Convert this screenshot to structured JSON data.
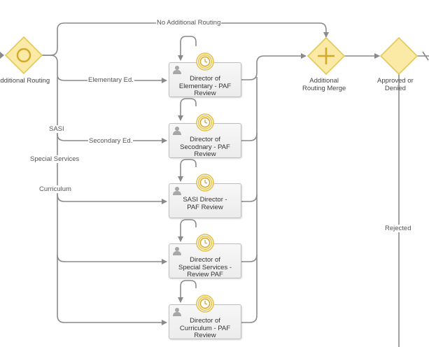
{
  "flow_labels": {
    "no_additional_routing": "No Additional Routing",
    "elementary": "Elementary Ed.",
    "secondary": "Secondary Ed.",
    "sasi": "SASI",
    "special_services": "Special Services",
    "curriculum": "Curriculum",
    "rejected": "Rejected"
  },
  "gateways": {
    "start_gateway": "Additional Routing",
    "merge": "Additional\nRouting Merge",
    "approved": "Approved or\nDenied"
  },
  "tasks": [
    {
      "id": "elementary",
      "label": "Director of\nElementary - PAF\nReview"
    },
    {
      "id": "secondary",
      "label": "Director of\nSecodnary - PAF\nReview"
    },
    {
      "id": "sasi",
      "label": "SASI Director -\nPAF Review"
    },
    {
      "id": "special",
      "label": "Director of\nSpecial Services -\nReview PAF"
    },
    {
      "id": "curriculum",
      "label": "Director of\nCurriculum - PAF\nReview"
    }
  ],
  "colors": {
    "gateway_fill": "#fbeaa6",
    "gateway_stroke": "#e3c85a",
    "gateway_symbol": "#d4a82a",
    "timer_ring": "#e4c24d"
  },
  "icons": {
    "task": "user-icon",
    "boundary": "timer-icon",
    "start": "event-based-gateway-icon",
    "merge": "parallel-gateway-icon"
  }
}
